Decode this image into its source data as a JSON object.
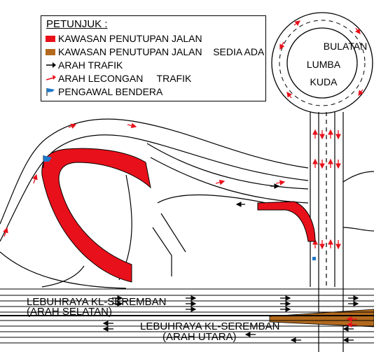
{
  "legend": {
    "title": "PETUNJUK :",
    "items": [
      {
        "label": "KAWASAN PENUTUPAN JALAN",
        "icon": "red-swatch-icon",
        "color": "#e8101a"
      },
      {
        "label": "KAWASAN PENUTUPAN JALAN    SEDIA ADA",
        "icon": "brown-swatch-icon",
        "color": "#b36a1e"
      },
      {
        "label": "ARAH TRAFIK",
        "icon": "black-arrow-icon",
        "color": "#000000"
      },
      {
        "label": "ARAH LECONGAN     TRAFIK",
        "icon": "red-arrow-icon",
        "color": "#e8101a"
      },
      {
        "label": "PENGAWAL BENDERA",
        "icon": "blue-flag-icon",
        "color": "#1f78c8"
      }
    ]
  },
  "roundabout": {
    "line1": "BULATAN",
    "line2": "LUMBA",
    "line3": "KUDA"
  },
  "highway": {
    "south_name": "LEBUHRAYA KL-SEREMBAN",
    "south_dir": "(ARAH SELATAN)",
    "north_name": "LEBUHRAYA KL-SEREMBAN",
    "north_dir": "(ARAH UTARA)"
  },
  "colors": {
    "closure": "#e8101a",
    "existing_closure": "#b36a1e",
    "flag": "#1f78c8",
    "road_line": "#000000"
  }
}
